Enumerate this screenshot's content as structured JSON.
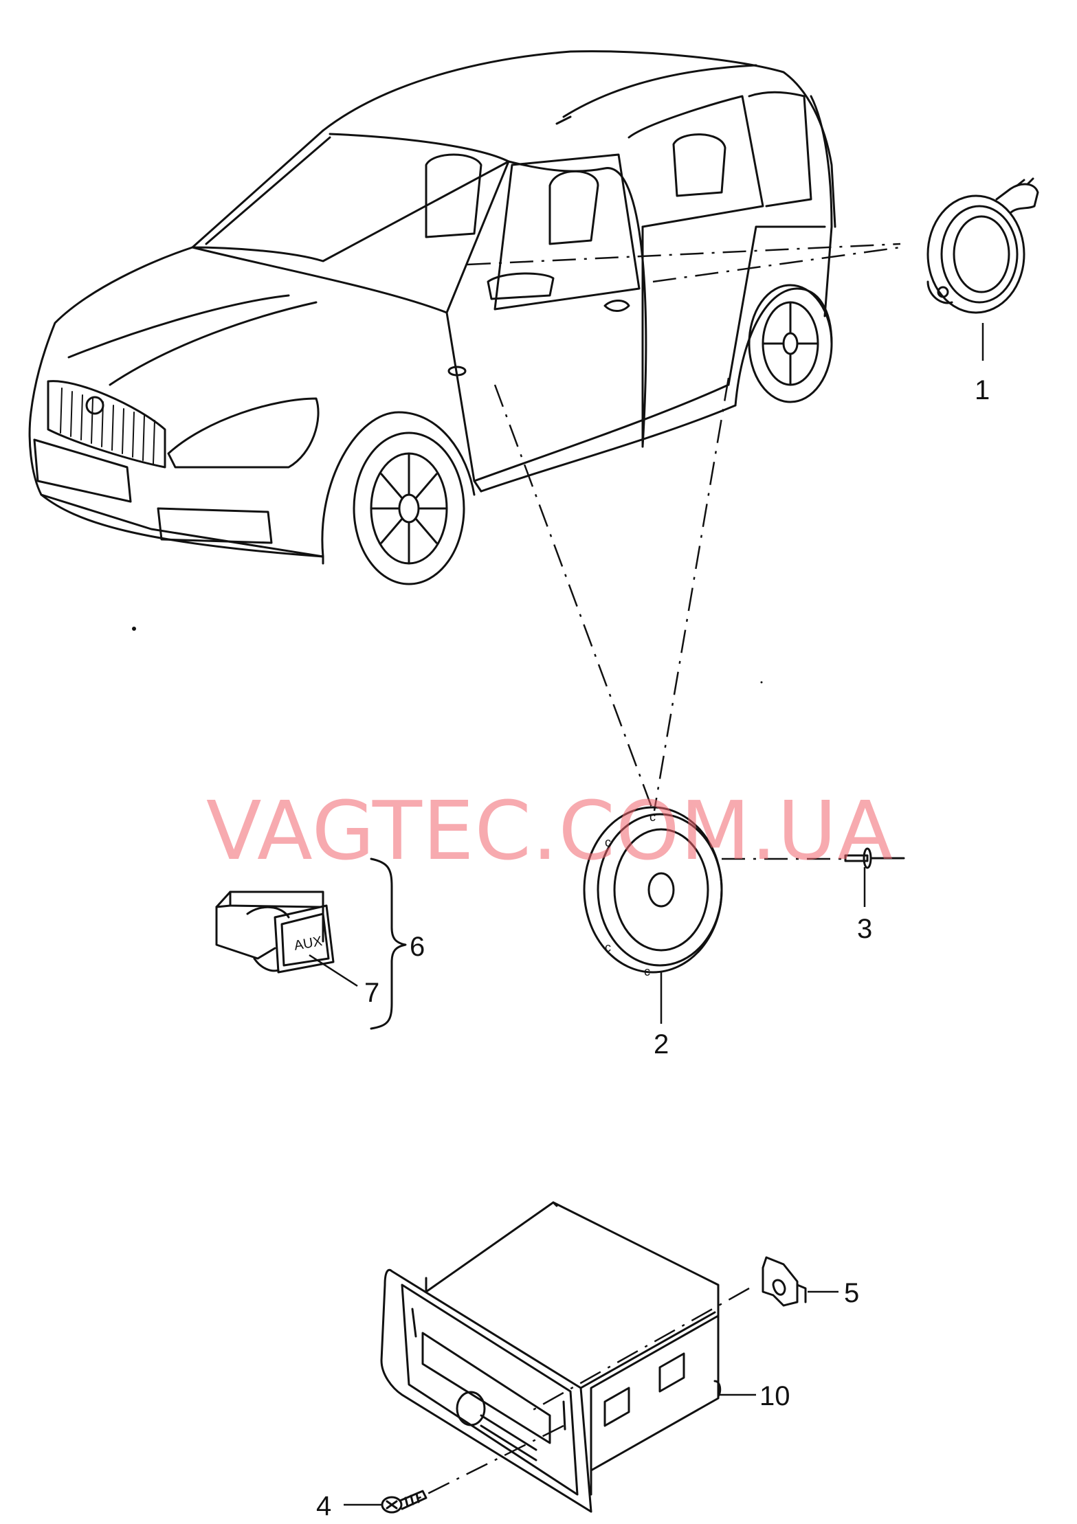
{
  "diagram": {
    "watermark": "VAGTEC.COM.UA",
    "callouts": [
      {
        "id": "1",
        "label": "1"
      },
      {
        "id": "2",
        "label": "2"
      },
      {
        "id": "3",
        "label": "3"
      },
      {
        "id": "4",
        "label": "4"
      },
      {
        "id": "5",
        "label": "5"
      },
      {
        "id": "6",
        "label": "6"
      },
      {
        "id": "7",
        "label": "7"
      },
      {
        "id": "10",
        "label": "10"
      }
    ],
    "aux_button_text": "AUX",
    "colors": {
      "line": "#111111",
      "watermark": "#f0646e"
    }
  }
}
